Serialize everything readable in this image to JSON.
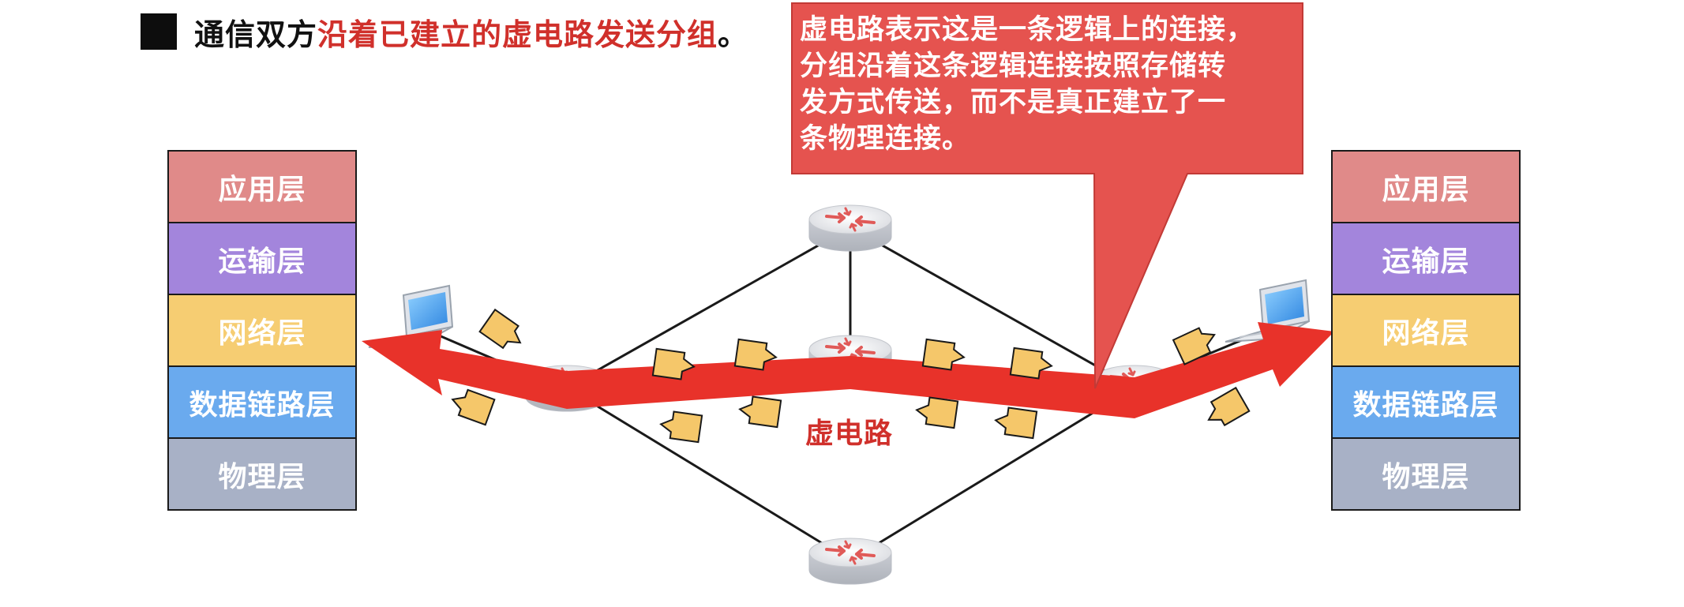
{
  "title": {
    "prefix": "通信双方",
    "highlight": "沿着已建立的虚电路发送分组",
    "suffix": "。"
  },
  "left_stack": [
    {
      "label": "应用层",
      "color": "#e08a89"
    },
    {
      "label": "运输层",
      "color": "#a385dc"
    },
    {
      "label": "网络层",
      "color": "#f6cd72"
    },
    {
      "label": "数据链路层",
      "color": "#6aaaee"
    },
    {
      "label": "物理层",
      "color": "#a8b1c6"
    }
  ],
  "right_stack": [
    {
      "label": "应用层",
      "color": "#e08a89"
    },
    {
      "label": "运输层",
      "color": "#a385dc"
    },
    {
      "label": "网络层",
      "color": "#f6cd72"
    },
    {
      "label": "数据链路层",
      "color": "#6aaaee"
    },
    {
      "label": "物理层",
      "color": "#a8b1c6"
    }
  ],
  "virtual_circuit_label": "虚电路",
  "callout": {
    "lines": [
      "虚电路表示这是一条逻辑上的连接，",
      "分组沿着这条逻辑连接按照存储转",
      "发方式传送，而不是真正建立了一",
      "条物理连接。"
    ],
    "color": "#e5534f"
  },
  "colors": {
    "accent_red": "#d0302b",
    "arrow_red": "#e8322a",
    "packet_fill": "#f5c76a"
  }
}
